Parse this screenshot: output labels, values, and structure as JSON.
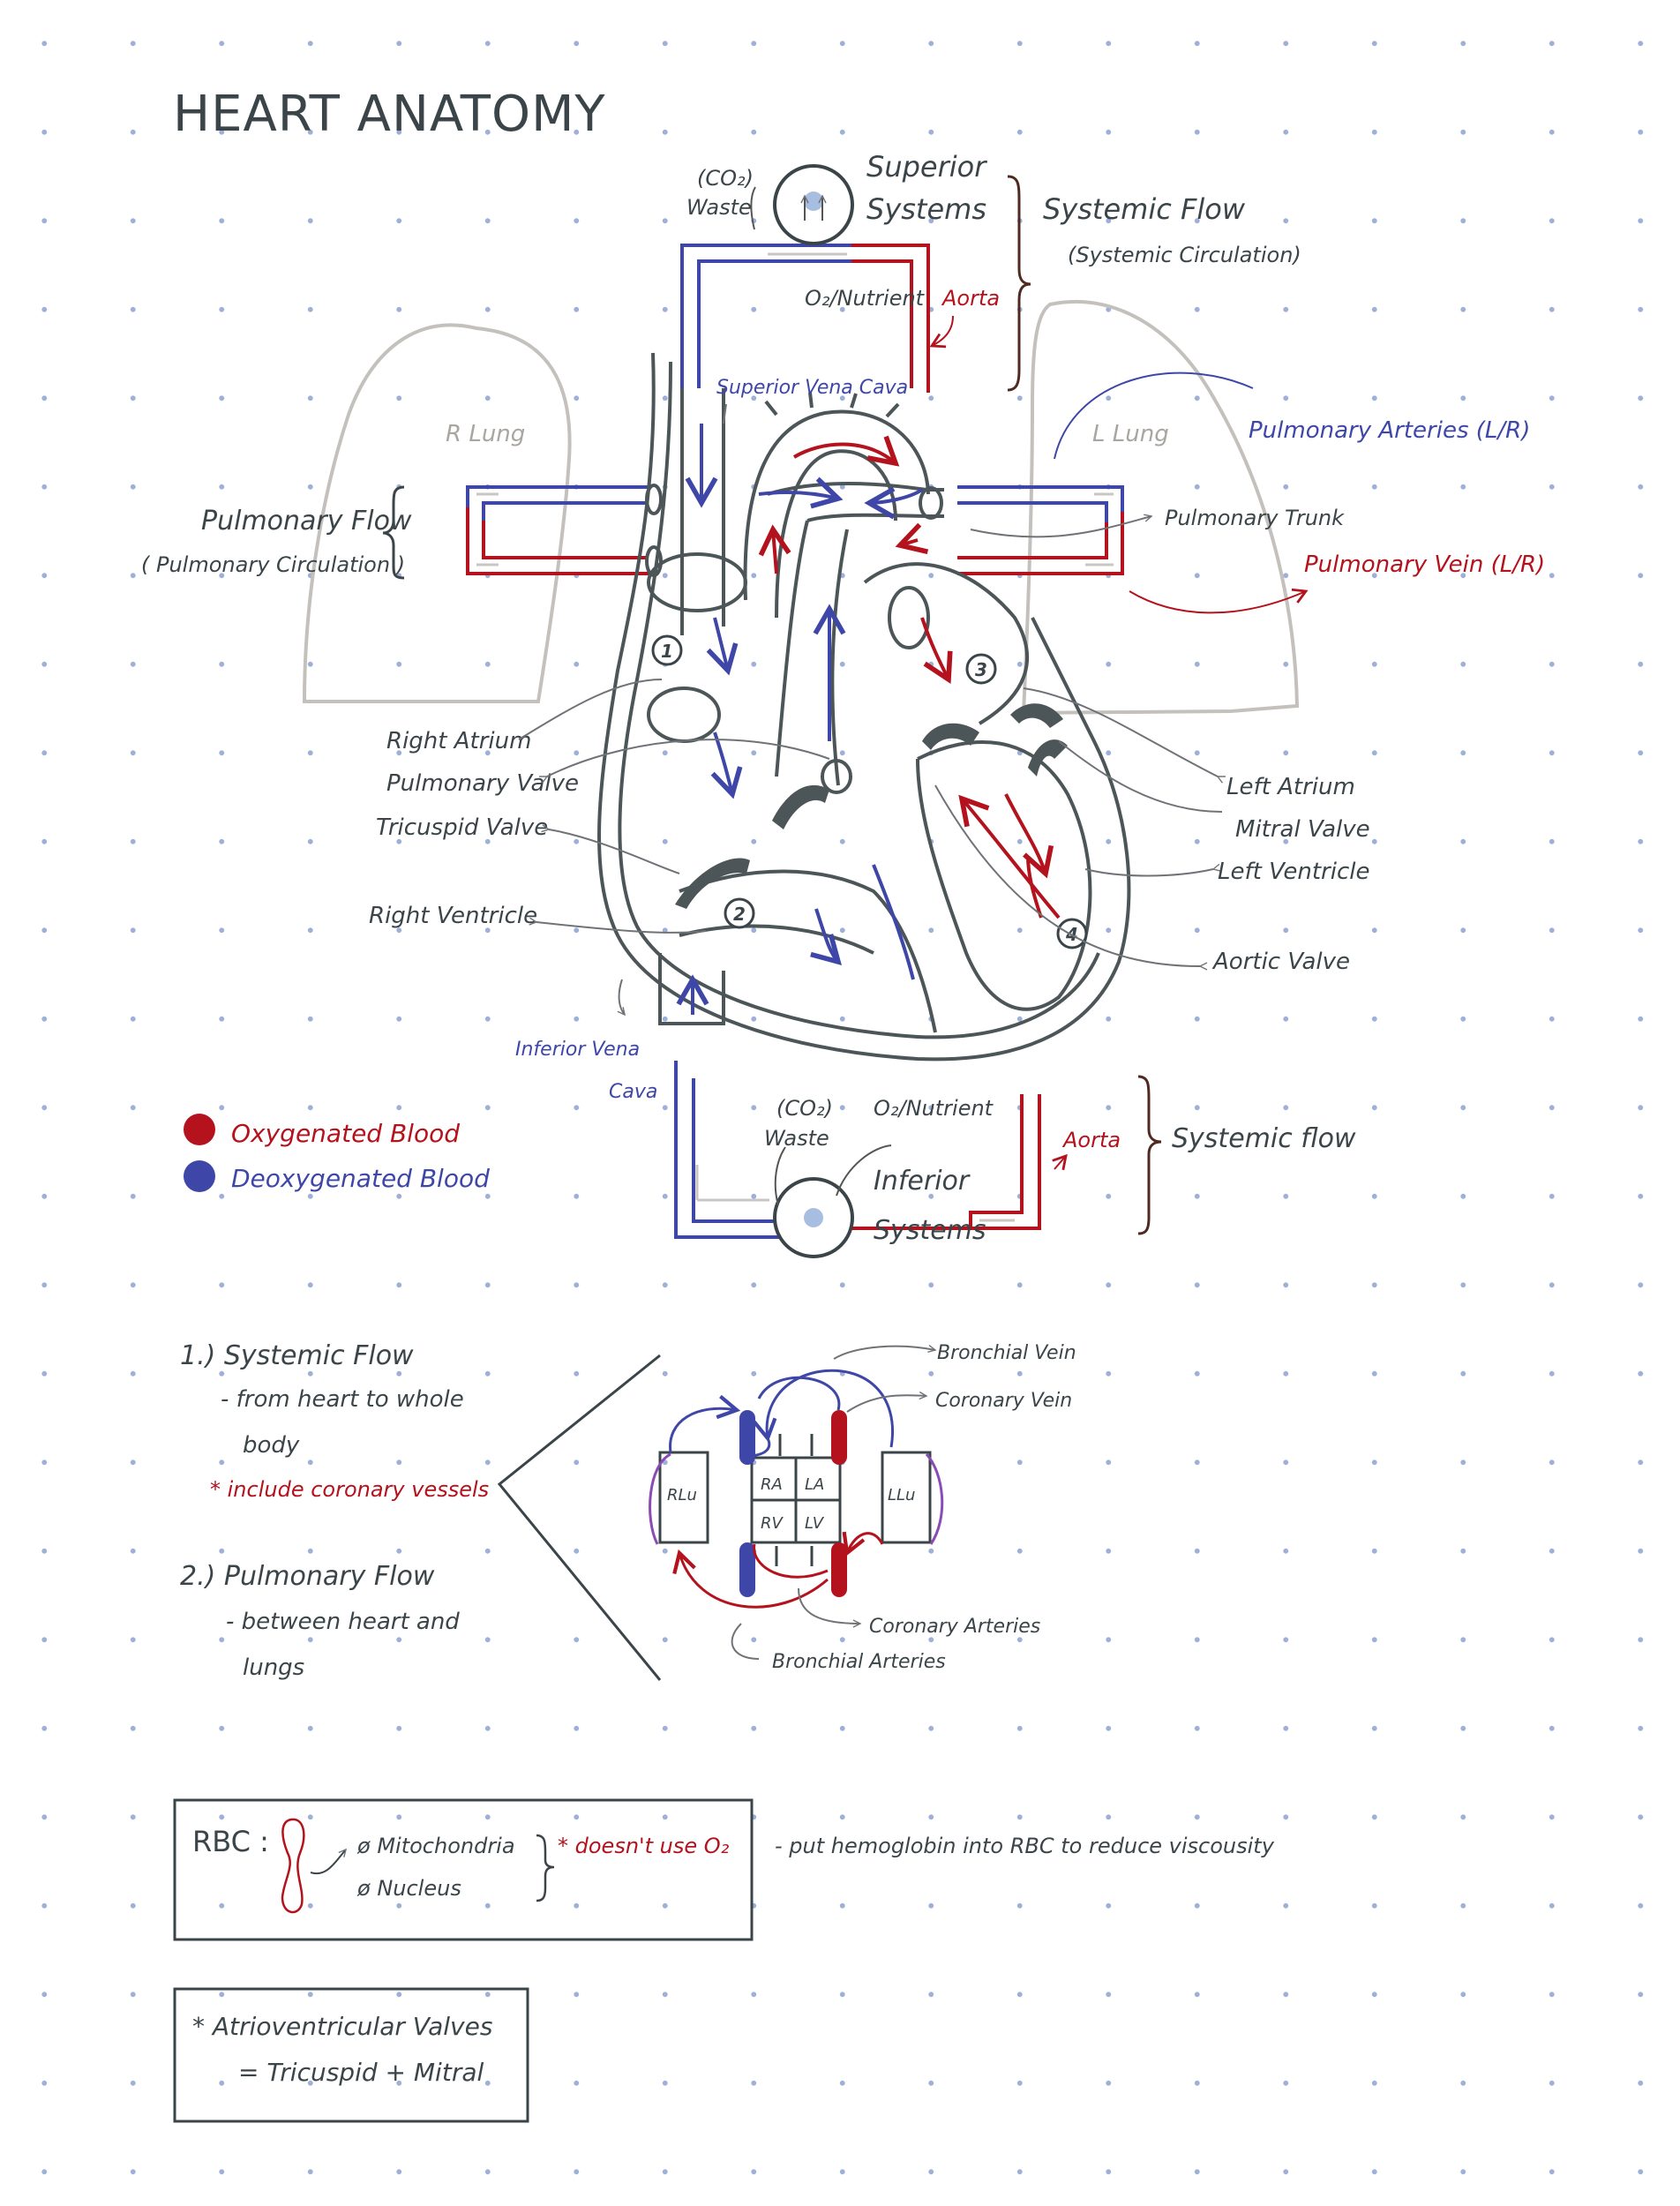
{
  "title": "HEART ANATOMY",
  "top_system": {
    "co2": "(CO₂)",
    "waste": "Waste",
    "name_line1": "Superior",
    "name_line2": "Systems",
    "nutrient": "O₂/Nutrient",
    "aorta": "Aorta",
    "flow_label": "Systemic Flow",
    "flow_sub": "(Systemic Circulation)"
  },
  "lungs": {
    "right": "R Lung",
    "left": "L Lung"
  },
  "pulmonary": {
    "flow_label": "Pulmonary Flow",
    "flow_sub": "( Pulmonary Circulation )",
    "arteries": "Pulmonary Arteries (L/R)",
    "trunk": "Pulmonary Trunk",
    "vein": "Pulmonary Vein (L/R)"
  },
  "heart_labels": {
    "svc": "Superior Vena Cava",
    "ivc_line1": "Inferior Vena",
    "ivc_line2": "Cava",
    "right_atrium": "Right Atrium",
    "pulmonary_valve": "Pulmonary Valve",
    "tricuspid_valve": "Tricuspid Valve",
    "right_ventricle": "Right Ventricle",
    "left_atrium": "Left Atrium",
    "mitral_valve": "Mitral Valve",
    "left_ventricle": "Left Ventricle",
    "aortic_valve": "Aortic Valve",
    "step1": "1",
    "step2": "2",
    "step3": "3",
    "step4": "4"
  },
  "bottom_system": {
    "co2": "(CO₂)",
    "waste": "Waste",
    "nutrient": "O₂/Nutrient",
    "name_line1": "Inferior",
    "name_line2": "Systems",
    "aorta": "Aorta",
    "flow_label": "Systemic flow"
  },
  "legend": {
    "oxygenated": "Oxygenated Blood",
    "deoxygenated": "Deoxygenated Blood",
    "oxygenated_color": "#b4121c",
    "deoxygenated_color": "#3e47a8"
  },
  "notes": {
    "item1_title": "1.) Systemic Flow",
    "item1_line1": "- from heart to whole",
    "item1_line2": "body",
    "item1_note": "* include coronary vessels",
    "item2_title": "2.) Pulmonary Flow",
    "item2_line1": "- between heart and",
    "item2_line2": "lungs"
  },
  "mini_diagram": {
    "rlu": "RLu",
    "llu": "LLu",
    "ra": "RA",
    "la": "LA",
    "rv": "RV",
    "lv": "LV",
    "bronchial_vein": "Bronchial Vein",
    "coronary_vein": "Coronary Vein",
    "coronary_arteries": "Coronary Arteries",
    "bronchial_arteries": "Bronchial Arteries"
  },
  "rbc": {
    "label": "RBC :",
    "mito": "ø Mitochondria",
    "nucleus": "ø Nucleus",
    "note": "* doesn't use O₂",
    "side_note": "- put hemoglobin into RBC to reduce viscousity"
  },
  "av_valves": {
    "title": "* Atrioventricular Valves",
    "value": "= Tricuspid  +  Mitral"
  }
}
